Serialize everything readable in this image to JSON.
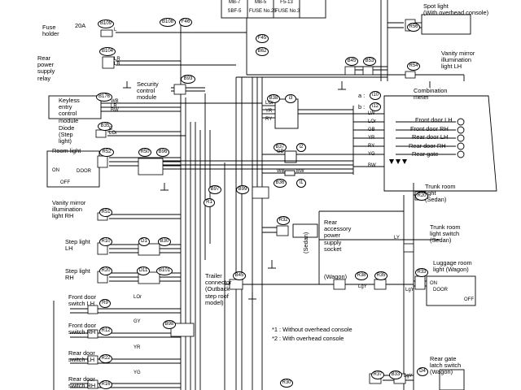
{
  "labels": {
    "fuse_holder": "Fuse\nholder",
    "fuse_20a": "20A",
    "rear_power_supply_relay": "Rear\npower\nsupply\nrelay",
    "security_control_module": "Security\ncontrol\nmodule",
    "keyless_entry_control_module": "Keyless\nentry\ncontrol\nmodule",
    "diode_step_light": "Diode\n(Step\nlight)",
    "room_light": "Room light",
    "room_on": "ON",
    "room_door": "DOOR",
    "room_off": "OFF",
    "vanity_mirror_rh": "Vanity mirror\nillumination\nlight RH",
    "step_light_lh": "Step light\nLH",
    "step_light_rh": "Step light\nRH",
    "front_door_switch_lh": "Front door\nswitch LH",
    "front_door_switch_rh": "Front door\nswitch RH",
    "rear_door_switch_lh": "Rear door\nswitch LH",
    "rear_door_switch_rh": "Rear door\nswitch RH",
    "spot_light": "Spot light\n(With overhead console)",
    "vanity_mirror_lh": "Vanity mirror\nillumination\nlight LH",
    "combination_meter": "Combination\nmeter",
    "meter_a": "a :",
    "meter_b": "b :",
    "front_door_lh": "Front door LH",
    "front_door_rh": "Front door RH",
    "rear_door_lh": "Rear door LH",
    "rear_door_rh": "Rear door RH",
    "rear_gate": "Rear gate",
    "trunk_room_light": "Trunk room\nlight\n(Sedan)",
    "trunk_room_light_switch": "Trunk room\nlight switch\n(Sedan)",
    "rear_accessory_socket": "Rear\naccessory\npower\nsupply\nsocket",
    "sedan": "(Sedan)",
    "wagon": "(Wagon)",
    "luggage_room_light": "Luggage room\nlight (Wagon)",
    "lug_on": "ON",
    "lug_door": "DOOR",
    "lug_off": "OFF",
    "trailer_connector": "Trailer\nconnector\n(Outback\nstep roof\nmodel)",
    "note1": "*1 : Without overhead console",
    "note2": "*2 : With overhead console",
    "rear_gate_latch_switch": "Rear gate\nlatch switch\n(Wagon)"
  },
  "fuse_box": {
    "cells": [
      "MB-7",
      "MB-5",
      "F5-13"
    ],
    "cells_bottom": [
      "SBF-5",
      "FUSE No.25",
      "FUSE No.3"
    ]
  },
  "connectors": {
    "B109": "B109",
    "B108": "B108",
    "F46": "F46",
    "B104": "B104",
    "B93": "B93",
    "B176": "B176",
    "B35": "B35",
    "R52": "R52",
    "R50": "R50",
    "B96": "B96",
    "R51": "R51",
    "R10": "R10",
    "D1": "D1",
    "B30": "B30",
    "R20": "R20",
    "D11": "D11",
    "B101": "B101",
    "R9": "R9",
    "R12": "R12",
    "R22": "R22",
    "R16": "R16",
    "B97": "B97",
    "R1": "R1",
    "B99": "B99",
    "B98": "B98",
    "R32": "R32",
    "B45": "B45",
    "B38": "B38",
    "i3": "i3",
    "B37": "B37",
    "i2": "i2",
    "B36": "B36",
    "i1": "i1",
    "F45": "F45",
    "B62": "B62",
    "R56": "R56",
    "R54": "R54",
    "B53": "B53",
    "i10": "i10",
    "i12": "i12",
    "R20b": "R20",
    "R37": "R37",
    "R38": "R38",
    "R35": "R35",
    "R33": "R33",
    "R30": "R30",
    "D4": "D4",
    "B33": "B33"
  },
  "wire_codes": {
    "lg": "L",
    "lr": "LR",
    "lb": "LB",
    "w": "W",
    "b": "B",
    "lgr": "LgR",
    "r": "R",
    "wb": "WB",
    "bw": "BW",
    "gb": "GB",
    "lor": "LOr",
    "lgy": "LgY",
    "yr": "YR",
    "ry": "RY",
    "lw": "LW",
    "lgb": "LgB",
    "lbl": "LB",
    "gy": "GY",
    "ly": "LY",
    "lsy": "LgY",
    "yg": "YG"
  }
}
